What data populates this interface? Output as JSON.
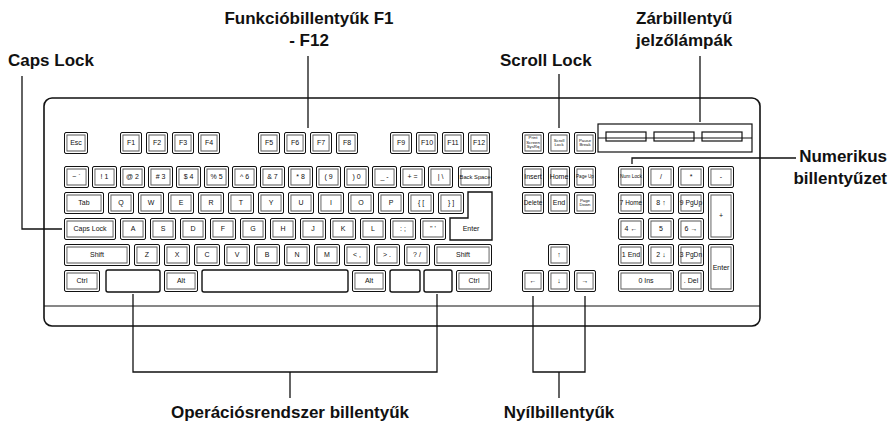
{
  "diagram": {
    "nodes": [
      {
        "text": [
          "Esc"
        ]
      },
      {
        "text": [
          "F1"
        ]
      },
      {
        "text": [
          "F2"
        ]
      },
      {
        "text": [
          "F3"
        ]
      },
      {
        "text": [
          "F4"
        ]
      },
      {
        "text": [
          "F5"
        ]
      },
      {
        "text": [
          "F6"
        ]
      },
      {
        "text": [
          "F7"
        ]
      },
      {
        "text": [
          "F8"
        ]
      },
      {
        "text": [
          "F9"
        ]
      },
      {
        "text": [
          "F10"
        ]
      },
      {
        "text": [
          "F11"
        ]
      },
      {
        "text": [
          "F12"
        ]
      },
      {
        "text": [
          "Print Screen SysRq"
        ]
      },
      {
        "text": [
          "Scroll Lock"
        ]
      },
      {
        "text": [
          "Pause Break"
        ]
      },
      {
        "text": [
          "~ `"
        ]
      },
      {
        "text": [
          "! 1"
        ]
      },
      {
        "text": [
          "@ 2"
        ]
      },
      {
        "text": [
          "# 3"
        ]
      },
      {
        "text": [
          "$ 4"
        ]
      },
      {
        "text": [
          "% 5"
        ]
      },
      {
        "text": [
          "^ 6"
        ]
      },
      {
        "text": [
          "& 7"
        ]
      },
      {
        "text": [
          "* 8"
        ]
      },
      {
        "text": [
          "( 9"
        ]
      },
      {
        "text": [
          ") 0"
        ]
      },
      {
        "text": [
          "_ -"
        ]
      },
      {
        "text": [
          "+ ="
        ]
      },
      {
        "text": [
          "| \\"
        ]
      },
      {
        "text": [
          "Back Space"
        ]
      },
      {
        "text": [
          "Insert"
        ]
      },
      {
        "text": [
          "Home"
        ]
      },
      {
        "text": [
          "Page Up"
        ]
      },
      {
        "text": [
          "Num Lock"
        ]
      },
      {
        "text": [
          "/"
        ]
      },
      {
        "text": [
          "*"
        ]
      },
      {
        "text": [
          "-"
        ]
      },
      {
        "text": [
          "Tab"
        ]
      },
      {
        "text": [
          "Q"
        ]
      },
      {
        "text": [
          "W"
        ]
      },
      {
        "text": [
          "E"
        ]
      },
      {
        "text": [
          "R"
        ]
      },
      {
        "text": [
          "T"
        ]
      },
      {
        "text": [
          "Y"
        ]
      },
      {
        "text": [
          "U"
        ]
      },
      {
        "text": [
          "I"
        ]
      },
      {
        "text": [
          "O"
        ]
      },
      {
        "text": [
          "P"
        ]
      },
      {
        "text": [
          "{ ["
        ]
      },
      {
        "text": [
          "} ]"
        ]
      },
      {
        "text": [
          "Delete"
        ]
      },
      {
        "text": [
          "End"
        ]
      },
      {
        "text": [
          "Page Down"
        ]
      },
      {
        "text": [
          "7 Home"
        ]
      },
      {
        "text": [
          "8 ↑"
        ]
      },
      {
        "text": [
          "9 PgUp"
        ]
      },
      {
        "text": [
          "+"
        ]
      },
      {
        "text": [
          "Caps Lock"
        ]
      },
      {
        "text": [
          "A"
        ]
      },
      {
        "text": [
          "S"
        ]
      },
      {
        "text": [
          "D"
        ]
      },
      {
        "text": [
          "F"
        ]
      },
      {
        "text": [
          "G"
        ]
      },
      {
        "text": [
          "H"
        ]
      },
      {
        "text": [
          "J"
        ]
      },
      {
        "text": [
          "K"
        ]
      },
      {
        "text": [
          "L"
        ]
      },
      {
        "text": [
          ": ;"
        ]
      },
      {
        "text": [
          "\" '"
        ]
      },
      {
        "text": [
          "Enter"
        ]
      },
      {
        "text": [
          "4 ←"
        ]
      },
      {
        "text": [
          "5"
        ]
      },
      {
        "text": [
          "6 →"
        ]
      },
      {
        "text": [
          "Shift"
        ]
      },
      {
        "text": [
          "Z"
        ]
      },
      {
        "text": [
          "X"
        ]
      },
      {
        "text": [
          "C"
        ]
      },
      {
        "text": [
          "V"
        ]
      },
      {
        "text": [
          "B"
        ]
      },
      {
        "text": [
          "N"
        ]
      },
      {
        "text": [
          "M"
        ]
      },
      {
        "text": [
          "< ,"
        ]
      },
      {
        "text": [
          "> ."
        ]
      },
      {
        "text": [
          "? /"
        ]
      },
      {
        "text": [
          "Shift"
        ]
      },
      {
        "text": [
          "↑"
        ]
      },
      {
        "text": [
          "1 End"
        ]
      },
      {
        "text": [
          "2 ↓"
        ]
      },
      {
        "text": [
          "3 PgDn"
        ]
      },
      {
        "text": [
          "Enter"
        ]
      },
      {
        "text": [
          "Ctrl"
        ]
      },
      {
        "text": [
          "Alt"
        ]
      },
      {
        "text": [
          "Alt"
        ]
      },
      {
        "text": [
          "Ctrl"
        ]
      },
      {
        "text": [
          "←"
        ]
      },
      {
        "text": [
          "↓"
        ]
      },
      {
        "text": [
          "→"
        ]
      },
      {
        "text": [
          "0 Ins"
        ]
      },
      {
        "text": [
          ". Del"
        ]
      }
    ],
    "labels": [
      "Funkcióbillentyűk F1 - F12",
      "Caps Lock",
      "Scroll Lock",
      "Zárbillentyű jelzőlámpák",
      "Numerikus billentyűzet",
      "Operációsrendszer billentyűk",
      "Nyílbillentyűk"
    ]
  }
}
